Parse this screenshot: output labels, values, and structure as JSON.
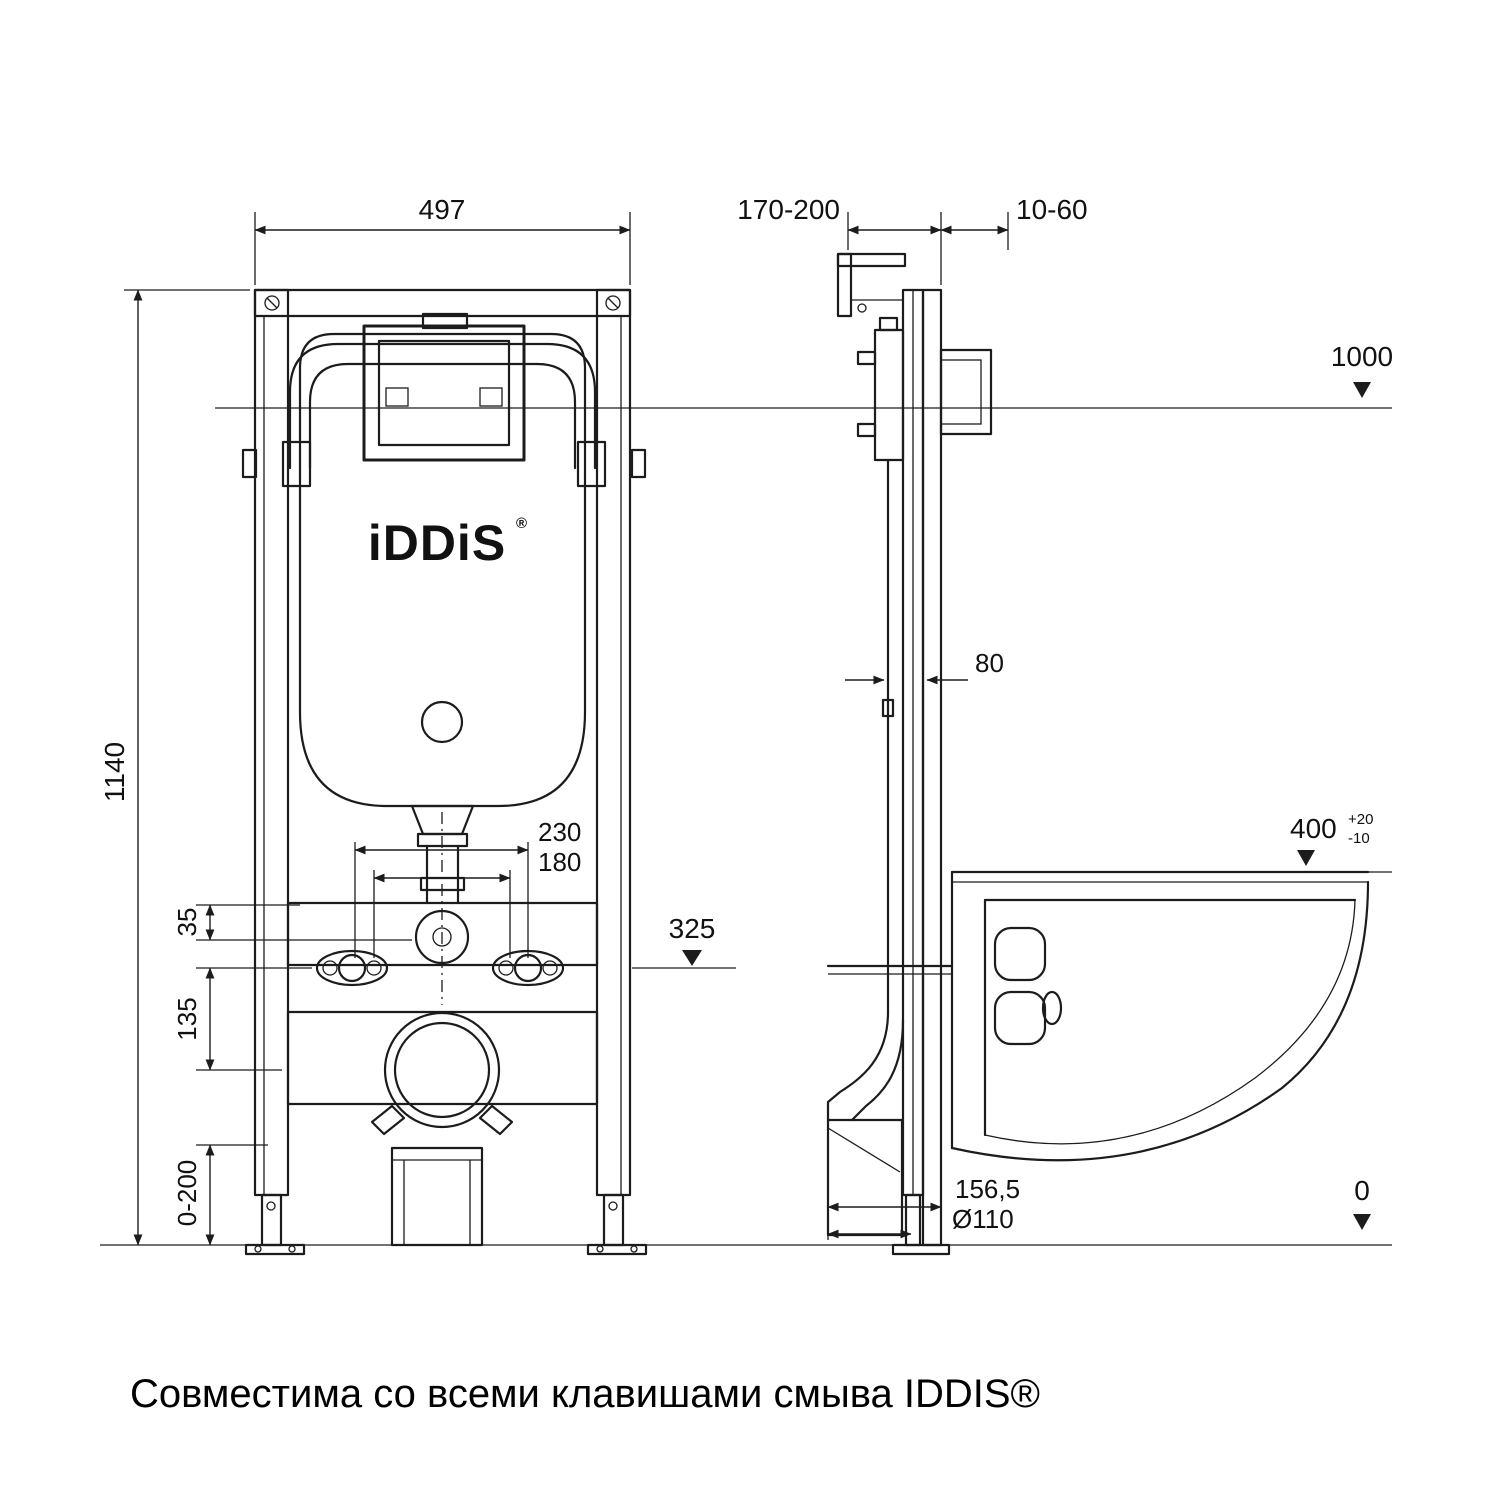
{
  "caption": "Совместима со всеми клавишами смыва IDDIS®",
  "logo": {
    "text": "iDDiS",
    "registered": "®"
  },
  "front_view": {
    "dim_width": "497",
    "dim_height": "1140",
    "dim_bolt_outer": "230",
    "dim_bolt_inner": "180",
    "dim_plate_offset": "35",
    "dim_axis_offset": "135",
    "dim_outlet_height": "325",
    "dim_leg_range": "0-200"
  },
  "side_view": {
    "dim_depth_range": "170-200",
    "dim_wall_gap": "10-60",
    "dim_button_height": "1000",
    "dim_profile_depth": "80",
    "dim_bowl_height": "400",
    "dim_bowl_tol_plus": "+20",
    "dim_bowl_tol_minus": "-10",
    "dim_outlet_depth": "156,5",
    "dim_outlet_diameter": "Ø110",
    "dim_floor": "0"
  }
}
